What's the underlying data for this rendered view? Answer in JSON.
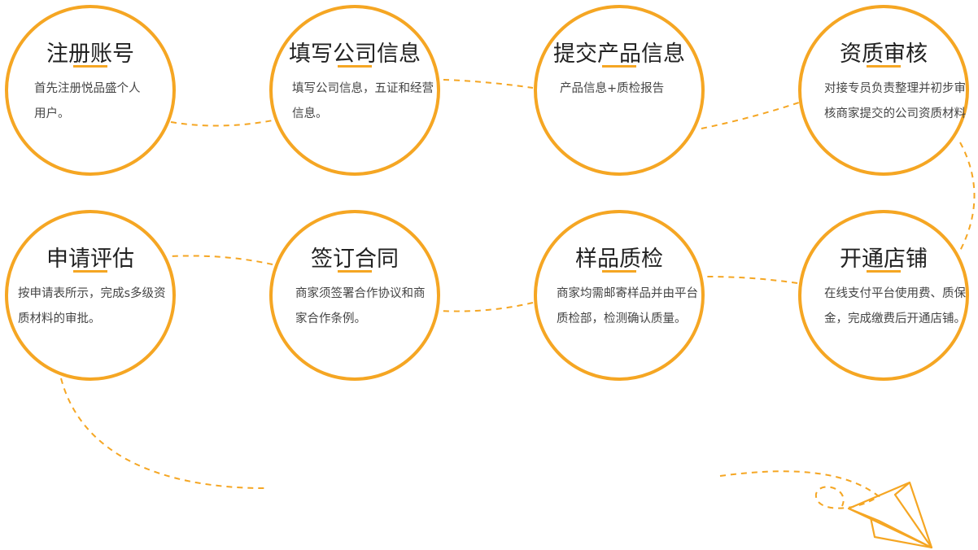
{
  "steps": [
    {
      "title": "注册账号",
      "desc": "首先注册悦品盛个人用户。"
    },
    {
      "title": "填写公司信息",
      "desc": "填写公司信息，五证和经营信息。"
    },
    {
      "title": "提交产品信息",
      "desc": "产品信息+质检报告"
    },
    {
      "title": "资质审核",
      "desc": "对接专员负责整理并初步审核商家提交的公司资质材料"
    },
    {
      "title": "申请评估",
      "desc": "按申请表所示，完成s多级资质材料的审批。"
    },
    {
      "title": "签订合同",
      "desc": "商家须签署合作协议和商家合作条例。"
    },
    {
      "title": "样品质检",
      "desc": "商家均需邮寄样品并由平台质检部，检测确认质量。"
    },
    {
      "title": "开通店铺",
      "desc": "在线支付平台使用费、质保金，完成缴费后开通店铺。"
    }
  ],
  "colors": {
    "accent": "#f5a623",
    "title": "#222222",
    "text": "#444444"
  },
  "icons": {
    "end": "paper-plane-icon"
  }
}
